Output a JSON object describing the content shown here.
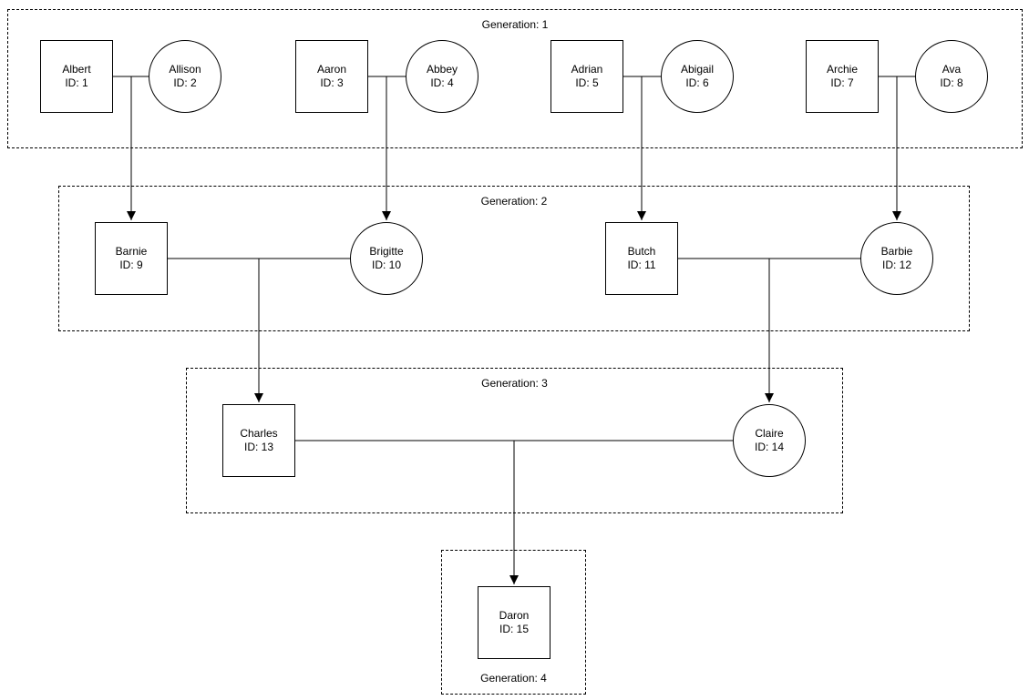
{
  "colors": {
    "stroke": "#000000",
    "background": "#ffffff"
  },
  "generations": [
    {
      "label": "Generation: 1",
      "members": [
        {
          "name": "Albert",
          "id": "ID: 1",
          "shape": "square"
        },
        {
          "name": "Allison",
          "id": "ID: 2",
          "shape": "circle"
        },
        {
          "name": "Aaron",
          "id": "ID: 3",
          "shape": "square"
        },
        {
          "name": "Abbey",
          "id": "ID: 4",
          "shape": "circle"
        },
        {
          "name": "Adrian",
          "id": "ID: 5",
          "shape": "square"
        },
        {
          "name": "Abigail",
          "id": "ID: 6",
          "shape": "circle"
        },
        {
          "name": "Archie",
          "id": "ID: 7",
          "shape": "square"
        },
        {
          "name": "Ava",
          "id": "ID: 8",
          "shape": "circle"
        }
      ]
    },
    {
      "label": "Generation: 2",
      "members": [
        {
          "name": "Barnie",
          "id": "ID: 9",
          "shape": "square"
        },
        {
          "name": "Brigitte",
          "id": "ID: 10",
          "shape": "circle"
        },
        {
          "name": "Butch",
          "id": "ID: 11",
          "shape": "square"
        },
        {
          "name": "Barbie",
          "id": "ID: 12",
          "shape": "circle"
        }
      ]
    },
    {
      "label": "Generation: 3",
      "members": [
        {
          "name": "Charles",
          "id": "ID: 13",
          "shape": "square"
        },
        {
          "name": "Claire",
          "id": "ID: 14",
          "shape": "circle"
        }
      ]
    },
    {
      "label": "Generation: 4",
      "members": [
        {
          "name": "Daron",
          "id": "ID: 15",
          "shape": "square"
        }
      ]
    }
  ],
  "links": {
    "couples": [
      {
        "left": "Albert",
        "right": "Allison"
      },
      {
        "left": "Aaron",
        "right": "Abbey"
      },
      {
        "left": "Adrian",
        "right": "Abigail"
      },
      {
        "left": "Archie",
        "right": "Ava"
      },
      {
        "left": "Barnie",
        "right": "Brigitte"
      },
      {
        "left": "Butch",
        "right": "Barbie"
      },
      {
        "left": "Charles",
        "right": "Claire"
      }
    ],
    "child_arrows": [
      {
        "parents": [
          "Albert",
          "Allison"
        ],
        "child": "Barnie"
      },
      {
        "parents": [
          "Aaron",
          "Abbey"
        ],
        "child": "Brigitte"
      },
      {
        "parents": [
          "Adrian",
          "Abigail"
        ],
        "child": "Butch"
      },
      {
        "parents": [
          "Archie",
          "Ava"
        ],
        "child": "Barbie"
      },
      {
        "parents": [
          "Barnie",
          "Brigitte"
        ],
        "child": "Charles"
      },
      {
        "parents": [
          "Butch",
          "Barbie"
        ],
        "child": "Claire"
      },
      {
        "parents": [
          "Charles",
          "Claire"
        ],
        "child": "Daron"
      }
    ]
  }
}
